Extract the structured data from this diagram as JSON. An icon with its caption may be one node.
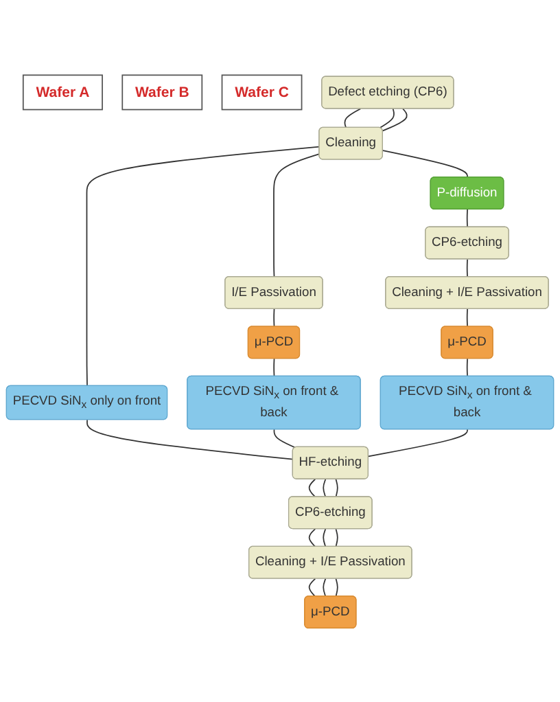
{
  "diagram": {
    "nodes": [
      {
        "text": [
          "Wafer A"
        ]
      },
      {
        "text": [
          "Wafer B"
        ]
      },
      {
        "text": [
          "Wafer C"
        ]
      },
      {
        "text": [
          "Defect etching (CP6)"
        ]
      },
      {
        "text": [
          "Cleaning"
        ]
      },
      {
        "text": [
          "P-diffusion"
        ]
      },
      {
        "text": [
          "CP6-etching"
        ]
      },
      {
        "text": [
          "I/E Passivation"
        ]
      },
      {
        "text": [
          "Cleaning + I/E Passivation"
        ]
      },
      {
        "text": [
          "μ-PCD"
        ]
      },
      {
        "text": [
          "μ-PCD"
        ]
      },
      {
        "text": [
          "PECVD SiN$_{x}$ only on front"
        ]
      },
      {
        "text": [
          "PECVD SiN$_{x}$ on front & back"
        ]
      },
      {
        "text": [
          "PECVD SiN$_{x}$ on front & back"
        ]
      },
      {
        "text": [
          "HF-etching"
        ]
      },
      {
        "text": [
          "CP6-etching"
        ]
      },
      {
        "text": [
          "Cleaning + I/E Passivation"
        ]
      },
      {
        "text": [
          "μ-PCD"
        ]
      }
    ],
    "edges": [
      {
        "from": 3,
        "to": 4,
        "arrow": "none"
      },
      {
        "from": 3,
        "to": 4,
        "arrow": "none"
      },
      {
        "from": 3,
        "to": 4,
        "arrow": "none"
      },
      {
        "from": 4,
        "to": 11,
        "arrow": "none"
      },
      {
        "from": 4,
        "to": 7,
        "arrow": "none"
      },
      {
        "from": 4,
        "to": 5,
        "arrow": "none"
      },
      {
        "from": 5,
        "to": 6,
        "arrow": "none"
      },
      {
        "from": 6,
        "to": 8,
        "arrow": "none"
      },
      {
        "from": 7,
        "to": 9,
        "arrow": "none"
      },
      {
        "from": 8,
        "to": 10,
        "arrow": "none"
      },
      {
        "from": 9,
        "to": 12,
        "arrow": "none"
      },
      {
        "from": 10,
        "to": 13,
        "arrow": "none"
      },
      {
        "from": 11,
        "to": 14,
        "arrow": "none"
      },
      {
        "from": 12,
        "to": 14,
        "arrow": "none"
      },
      {
        "from": 13,
        "to": 14,
        "arrow": "none"
      },
      {
        "from": 14,
        "to": 15,
        "arrow": "none"
      },
      {
        "from": 14,
        "to": 15,
        "arrow": "none"
      },
      {
        "from": 14,
        "to": 15,
        "arrow": "none"
      },
      {
        "from": 15,
        "to": 16,
        "arrow": "none"
      },
      {
        "from": 15,
        "to": 16,
        "arrow": "none"
      },
      {
        "from": 15,
        "to": 16,
        "arrow": "none"
      },
      {
        "from": 16,
        "to": 17,
        "arrow": "none"
      },
      {
        "from": 16,
        "to": 17,
        "arrow": "none"
      },
      {
        "from": 16,
        "to": 17,
        "arrow": "none"
      }
    ]
  }
}
